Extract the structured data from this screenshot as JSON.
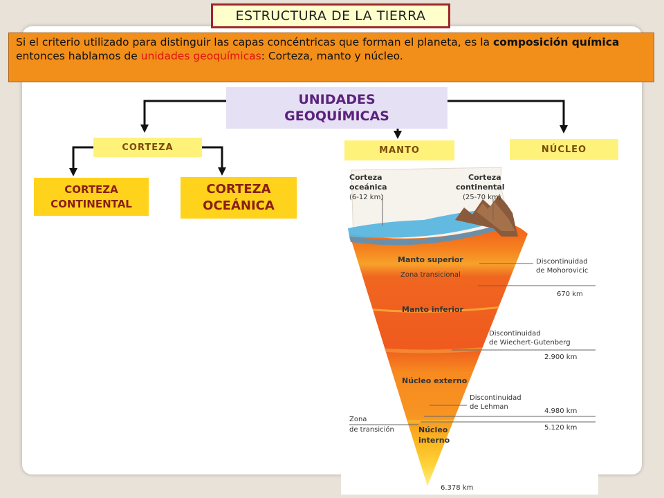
{
  "title": "ESTRUCTURA DE LA TIERRA",
  "intro": {
    "part1": "Si el criterio utilizado para distinguir las capas concéntricas que forman el planeta, es la ",
    "bold": "composición química",
    "part2": " entonces hablamos de ",
    "highlight": "unidades geoquímicas",
    "part3": ": Corteza, manto y núcleo."
  },
  "tree": {
    "root_line1": "UNIDADES",
    "root_line2": "GEOQUÍMICAS",
    "corteza": "CORTEZA",
    "manto": "MANTO",
    "nucleo": "NÚCLEO",
    "continental_line1": "CORTEZA",
    "continental_line2": "CONTINENTAL",
    "oceanica_line1": "CORTEZA",
    "oceanica_line2": "OCEÁNICA"
  },
  "figure": {
    "corteza_oceanica_l1": "Corteza",
    "corteza_oceanica_l2": "oceánica",
    "corteza_oceanica_range": "(6-12 km)",
    "corteza_continental_l1": "Corteza",
    "corteza_continental_l2": "continental",
    "corteza_continental_range": "(25-70 km)",
    "manto_superior": "Manto superior",
    "zona_transicional": "Zona transicional",
    "manto_inferior": "Manto inferior",
    "nucleo_externo": "Núcleo externo",
    "nucleo_interno_l1": "Núcleo",
    "nucleo_interno_l2": "interno",
    "moho_l1": "Discontinuidad",
    "moho_l2": "de Mohorovicic",
    "depth_670": "670 km",
    "wg_l1": "Discontinuidad",
    "wg_l2": "de Wiechert-Gutenberg",
    "depth_2900": "2.900 km",
    "lehman_l1": "Discontinuidad",
    "lehman_l2": "de Lehman",
    "depth_4980": "4.980 km",
    "depth_5120": "5.120  km",
    "zona_l1": "Zona",
    "zona_l2": "de transición",
    "depth_6378": "6.378  km"
  },
  "colors": {
    "title_border": "#a0262a",
    "intro_bg": "#f28e1a",
    "highlight": "#e0120e",
    "root_bg": "#e6e0f4",
    "root_text": "#5a237c",
    "category_bg": "#fff27a",
    "subcategory_bg": "#ffd21c"
  }
}
